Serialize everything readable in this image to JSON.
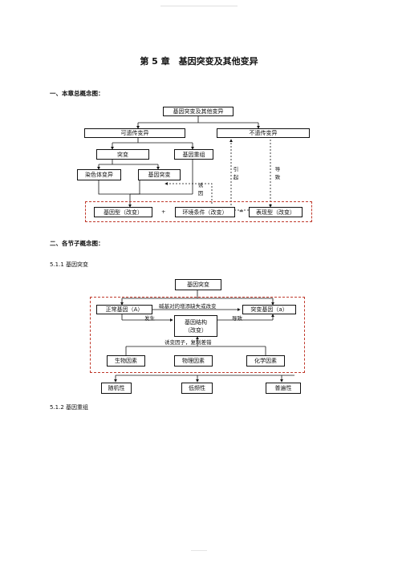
{
  "title": "第 5 章　基因突变及其他变异",
  "section1": "一、本章总概念图：",
  "section2": "二、各节子概念图：",
  "sub1": "5.1.1 基因突变",
  "sub2": "5.1.2 基因重组",
  "map1": {
    "root": "基因突变及其他变异",
    "heritable": "可遗传变异",
    "non_heritable": "不遗传变异",
    "mutation": "突变",
    "recombination": "基因重组",
    "chromosome_variation": "染色体变异",
    "gene_mutation": "基因突变",
    "genotype": "基因型（改变）",
    "plus": "+",
    "environment": "环境条件（改变）",
    "equals": "=",
    "phenotype": "表现型（改变）",
    "cause": "引起",
    "lead_to": "导致",
    "induce": "诱因"
  },
  "map2": {
    "root": "基因突变",
    "normal_gene": "正常基因（A）",
    "mutant_gene": "突变基因（a）",
    "top_label": "碱基对的增添缺失或改变",
    "occur": "发生",
    "result": "导致",
    "structure_line1": "基因结构",
    "structure_line2": "（改变）",
    "bottom_label": "诱变因子，复制差错",
    "bio": "生物因素",
    "phys": "物理因素",
    "chem": "化学因素",
    "random": "随机性",
    "low_freq": "低频性",
    "universal": "普遍性"
  }
}
